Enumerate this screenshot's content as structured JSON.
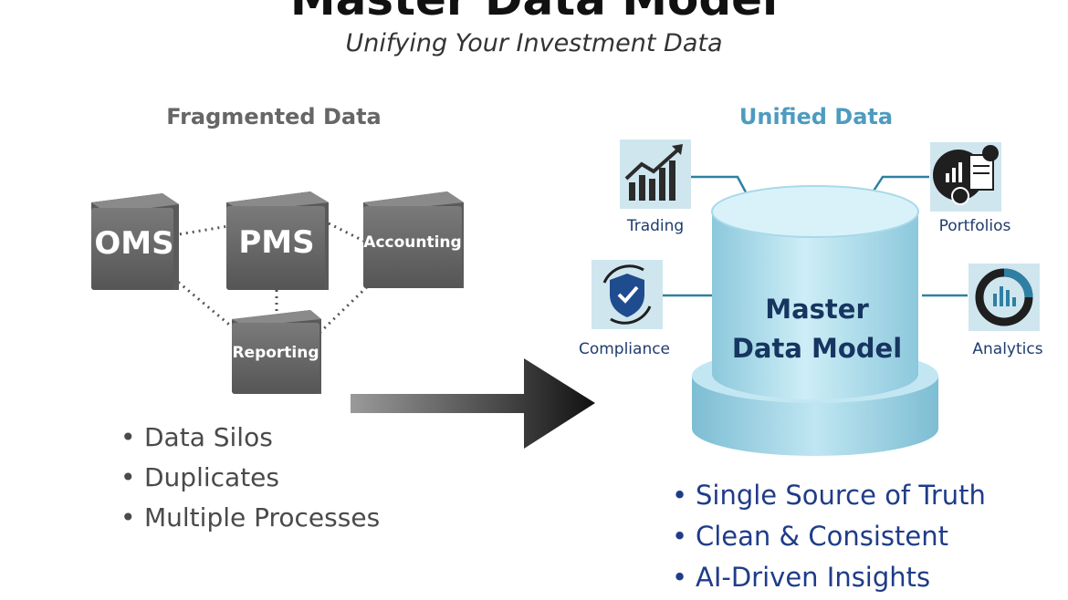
{
  "title": "Master Data Model",
  "subtitle": "Unifying Your Investment Data",
  "left": {
    "heading": "Fragmented Data",
    "cubes": [
      {
        "label": "OMS"
      },
      {
        "label": "PMS"
      },
      {
        "label": "Accounting"
      },
      {
        "label": "Reporting"
      }
    ],
    "bullets": [
      "Data Silos",
      "Duplicates",
      "Multiple Processes"
    ]
  },
  "right": {
    "heading": "Unified Data",
    "database": {
      "line1": "Master",
      "line2": "Data Model"
    },
    "nodes": {
      "trading": "Trading",
      "portfolios": "Portfolios",
      "compliance": "Compliance",
      "analytics": "Analytics"
    },
    "bullets": [
      "Single Source of Truth",
      "Clean & Consistent",
      "AI-Driven Insights"
    ]
  },
  "colors": {
    "unified_heading": "#4e9bbf",
    "cube": "#6f6f6f",
    "database": "#a9d9e8",
    "connector": "#2f7fa3",
    "right_bullets": "#1f3c88"
  }
}
